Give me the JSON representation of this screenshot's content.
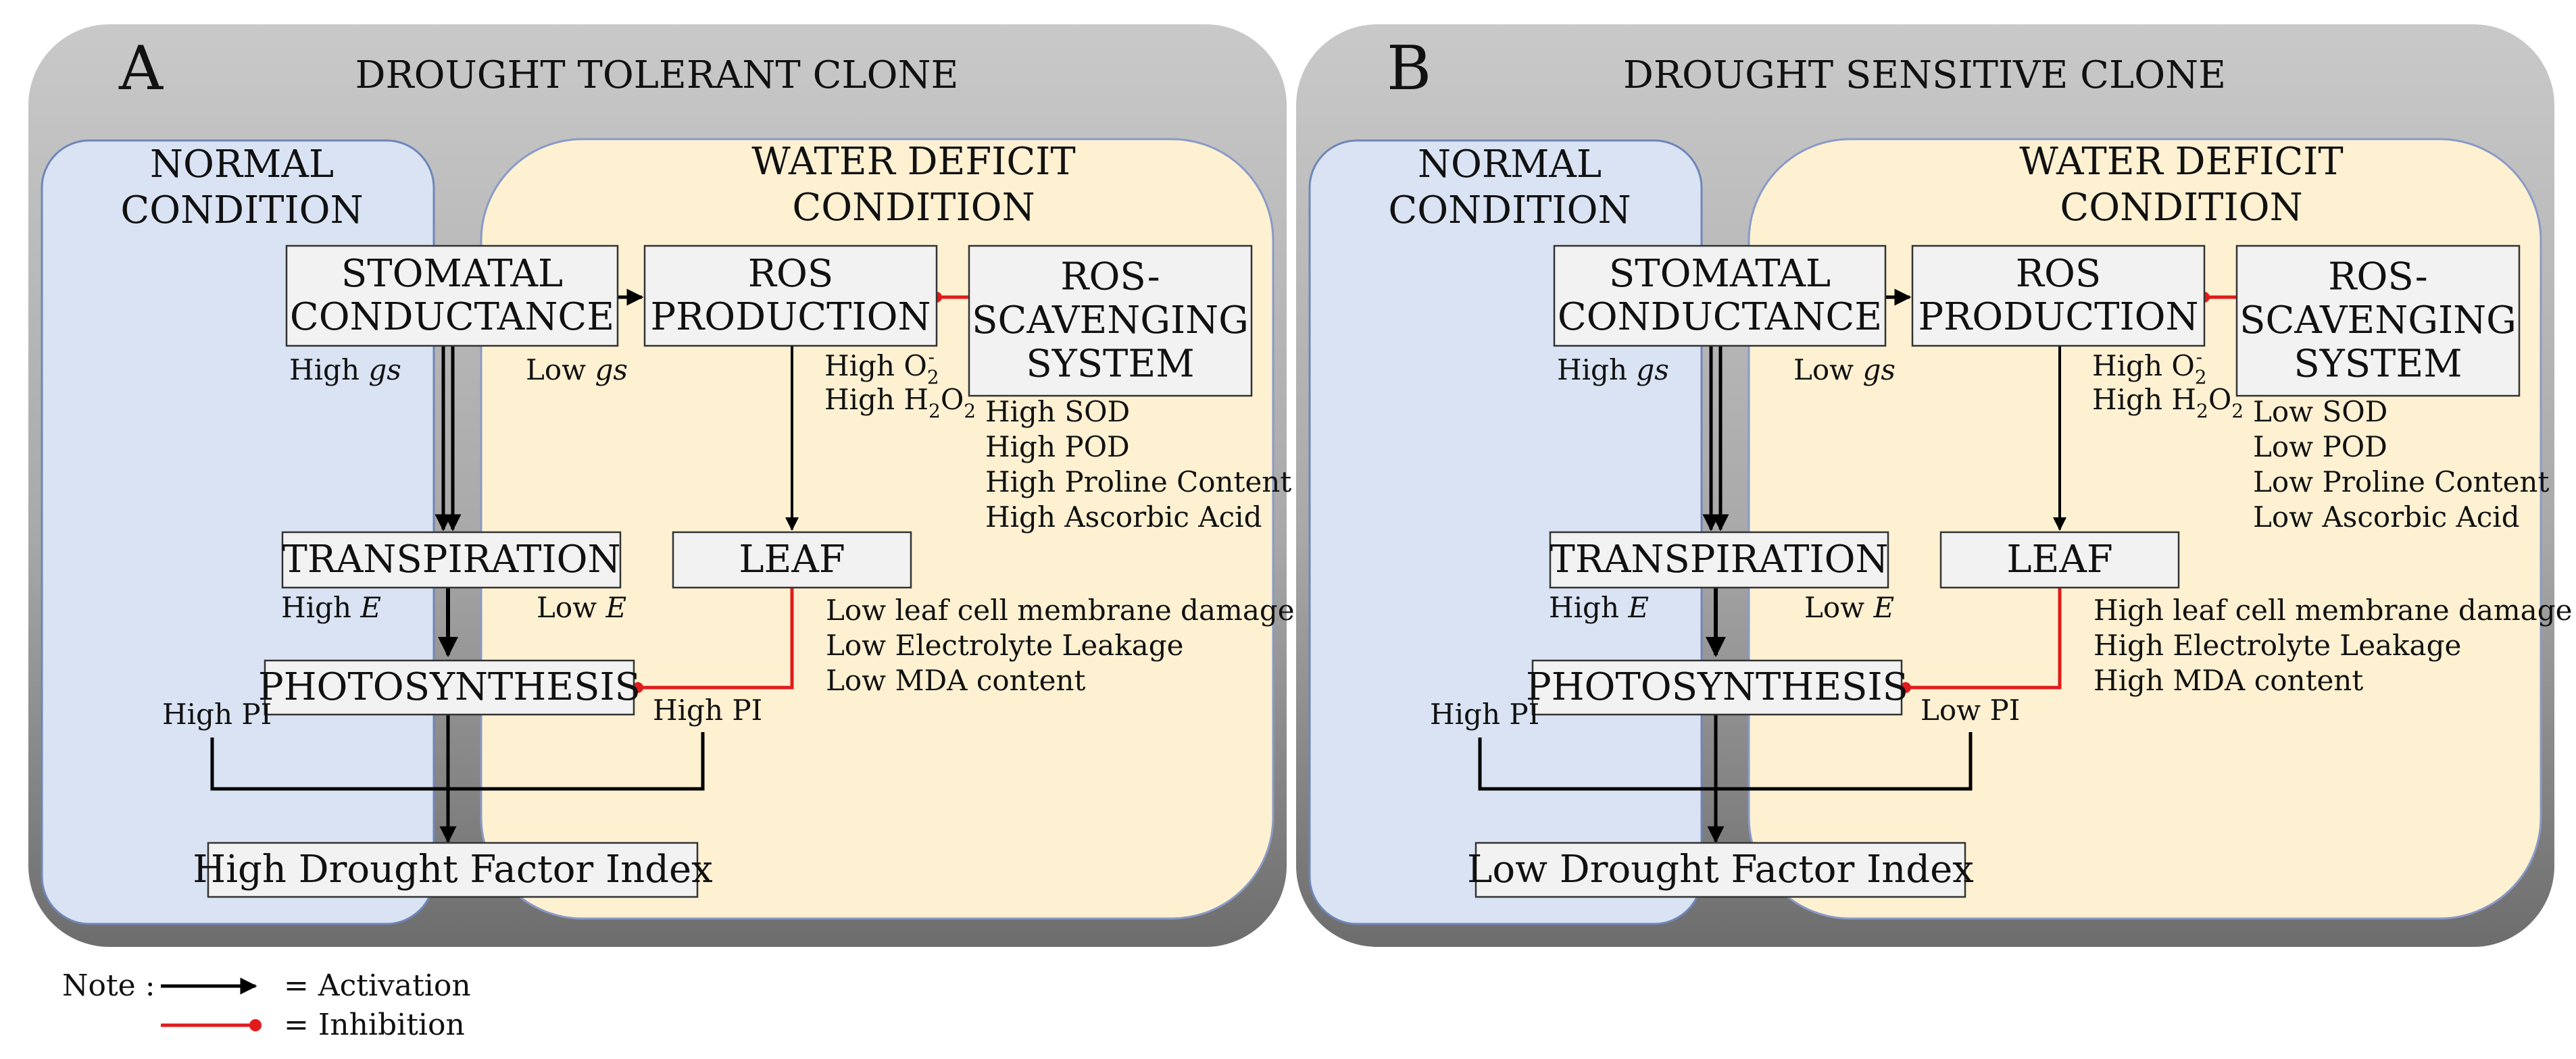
{
  "colors": {
    "panel_top": "#c9c9c9",
    "panel_bottom": "#6d6d6d",
    "normal_fill": "#d9e3f3",
    "normal_stroke": "#6f86b8",
    "deficit_fill": "#fdf1d2",
    "deficit_stroke": "#8a9ac8",
    "box_fill": "#f2f2f2",
    "activation": "#000000",
    "inhibition": "#e11b1b"
  },
  "legend": {
    "note": "Note :",
    "activation": "= Activation",
    "inhibition": "= Inhibition"
  },
  "panels": [
    {
      "letter": "A",
      "title": "DROUGHT TOLERANT CLONE",
      "normal_title": [
        "NORMAL",
        "CONDITION"
      ],
      "deficit_title": [
        "WATER DEFICIT",
        "CONDITION"
      ],
      "nodes": {
        "stomatal": [
          "STOMATAL",
          "CONDUCTANCE"
        ],
        "ros": [
          "ROS",
          "PRODUCTION"
        ],
        "scavenging": [
          "ROS-",
          "SCAVENGING",
          "SYSTEM"
        ],
        "transpiration": "TRANSPIRATION",
        "leaf": "LEAF",
        "photosynthesis": "PHOTOSYNTHESIS",
        "result": "High Drought Factor Index"
      },
      "labels": {
        "gs_normal": [
          "High ",
          "gs"
        ],
        "gs_deficit": [
          "Low ",
          "gs"
        ],
        "e_normal": [
          "High ",
          "E"
        ],
        "e_deficit": [
          "Low ",
          "E"
        ],
        "pi_normal": "High PI",
        "pi_deficit": "High PI",
        "o2": "High O",
        "h2o2": "High H",
        "o2_sub": "2",
        "o2_sup": "-",
        "h2o2_sub1": "2",
        "h2o2_mid": "O",
        "h2o2_sub2": "2",
        "scavenging_list": [
          "High SOD",
          "High POD",
          "High Proline Content",
          "High Ascorbic Acid"
        ],
        "leaf_list": [
          "Low leaf cell membrane damage",
          "Low Electrolyte Leakage",
          "Low MDA content"
        ]
      }
    },
    {
      "letter": "B",
      "title": "DROUGHT SENSITIVE CLONE",
      "normal_title": [
        "NORMAL",
        "CONDITION"
      ],
      "deficit_title": [
        "WATER DEFICIT",
        "CONDITION"
      ],
      "nodes": {
        "stomatal": [
          "STOMATAL",
          "CONDUCTANCE"
        ],
        "ros": [
          "ROS",
          "PRODUCTION"
        ],
        "scavenging": [
          "ROS-",
          "SCAVENGING",
          "SYSTEM"
        ],
        "transpiration": "TRANSPIRATION",
        "leaf": "LEAF",
        "photosynthesis": "PHOTOSYNTHESIS",
        "result": "Low Drought Factor Index"
      },
      "labels": {
        "gs_normal": [
          "High ",
          "gs"
        ],
        "gs_deficit": [
          "Low ",
          "gs"
        ],
        "e_normal": [
          "High ",
          "E"
        ],
        "e_deficit": [
          "Low ",
          "E"
        ],
        "pi_normal": "High PI",
        "pi_deficit": "Low PI",
        "o2": "High O",
        "h2o2": "High H",
        "o2_sub": "2",
        "o2_sup": "-",
        "h2o2_sub1": "2",
        "h2o2_mid": "O",
        "h2o2_sub2": "2",
        "scavenging_list": [
          "Low SOD",
          "Low POD",
          "Low Proline Content",
          "Low Ascorbic Acid"
        ],
        "leaf_list": [
          "High leaf cell membrane damage",
          "High Electrolyte Leakage",
          "High MDA content"
        ]
      }
    }
  ]
}
